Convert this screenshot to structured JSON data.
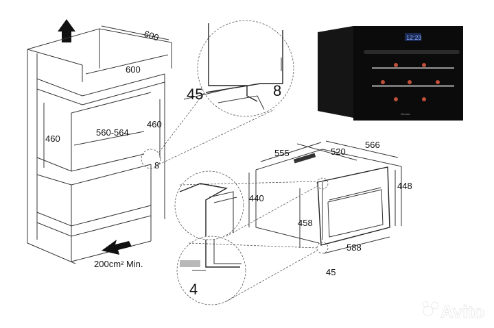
{
  "cabinet": {
    "width_top": "600",
    "depth_top": "600",
    "height_left": "460",
    "niche_width": "560-564",
    "height_right": "460",
    "gap": "8",
    "ventilation": "200cm² Min."
  },
  "detail_top": {
    "offset": "45",
    "gap": "8"
  },
  "appliance_dims": {
    "depth": "555",
    "inner_depth": "520",
    "width": "566",
    "height_left": "440",
    "height_right": "448",
    "inner_height": "458",
    "front_width": "588",
    "front_offset": "45"
  },
  "detail_bottom": {
    "gap": "4"
  },
  "product_photo": {
    "display_time": "12:23",
    "brand_text": "Gemlux"
  },
  "watermark": {
    "text": "Avito"
  },
  "colors": {
    "appliance": "#0b0b0b",
    "bottle_caps": "#c0503a",
    "display": "#8fb0ff"
  }
}
